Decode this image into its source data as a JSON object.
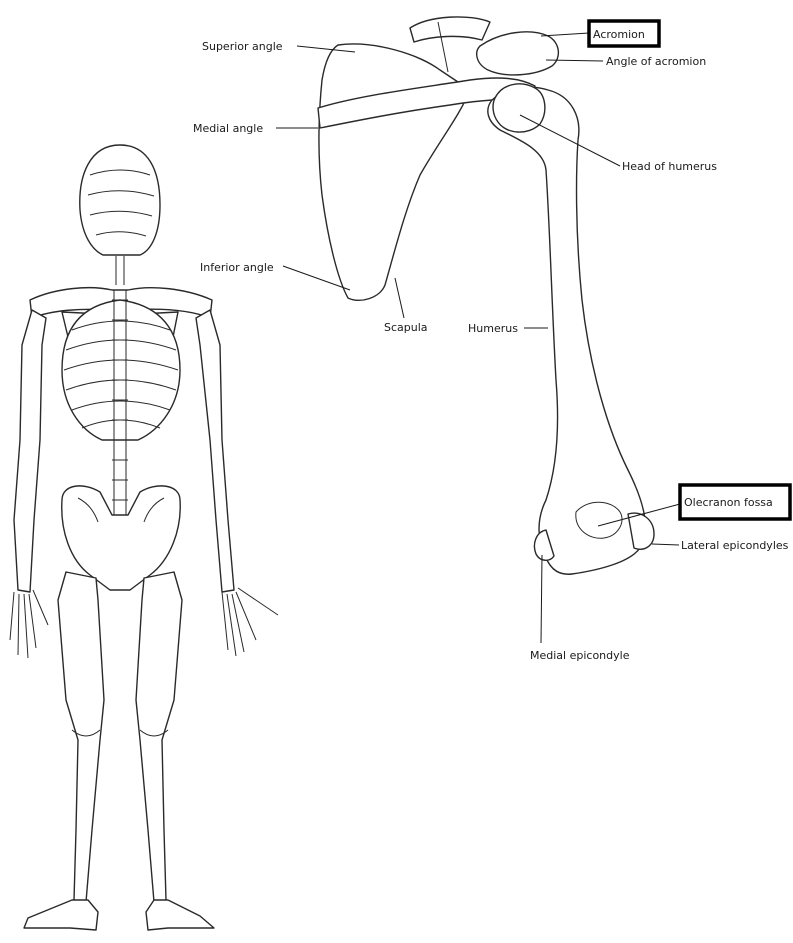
{
  "labels": {
    "superior_angle": "Superior angle",
    "medial_angle": "Medial angle",
    "inferior_angle": "Inferior angle",
    "scapula": "Scapula",
    "humerus": "Humerus",
    "acromion": "Acromion",
    "angle_of_acromion": "Angle of acromion",
    "head_of_humerus": "Head of humerus",
    "olecranon_fossa": "Olecranon fossa",
    "lateral_epicondyle": "Lateral epicondyles",
    "medial_epicondyle": "Medial epicondyle"
  },
  "highlighted": [
    "Acromion",
    "Olecranon fossa"
  ],
  "colors": {
    "ink": "#1a1a1a",
    "paper": "#ffffff",
    "highlight_box": "#000000"
  }
}
